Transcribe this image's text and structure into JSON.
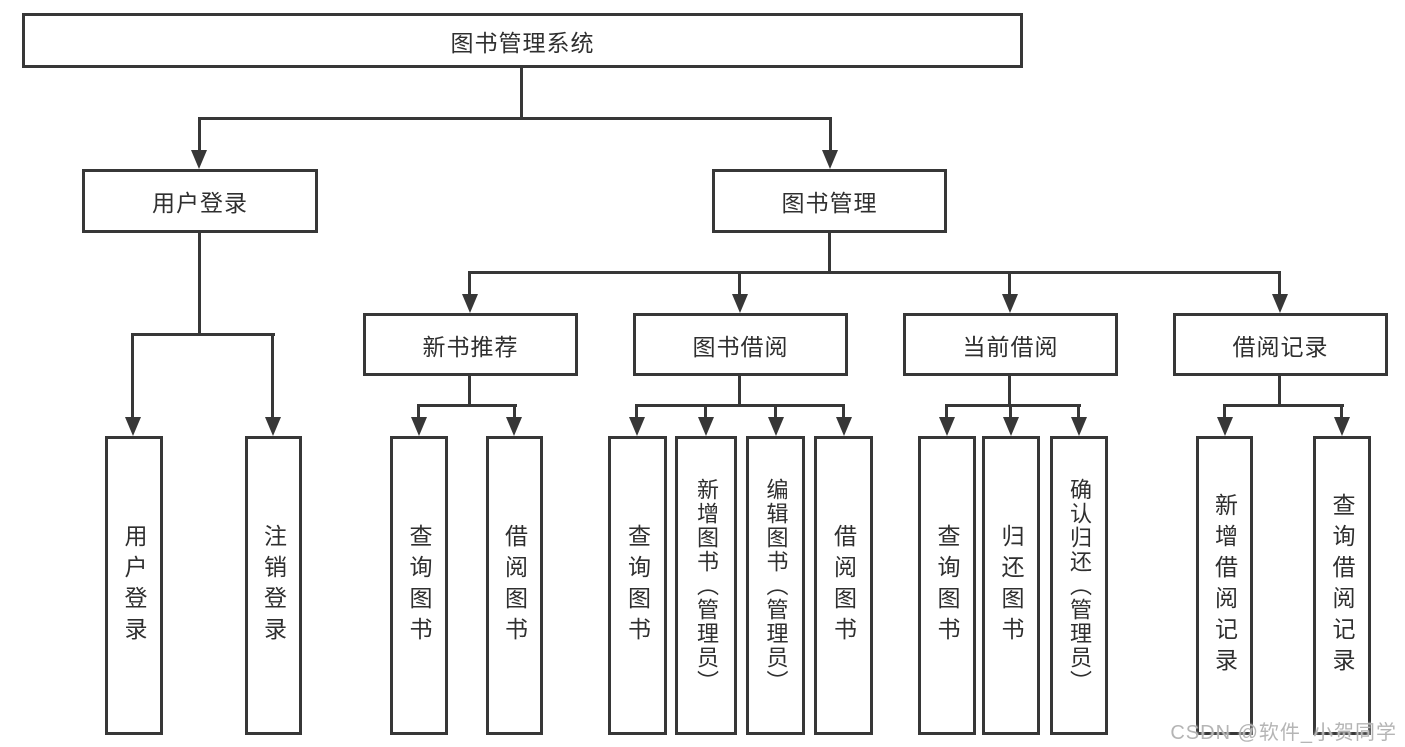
{
  "diagram": {
    "root": {
      "label": "图书管理系统"
    },
    "level2": [
      {
        "label": "用户登录"
      },
      {
        "label": "图书管理"
      }
    ],
    "level3": [
      {
        "label": "新书推荐"
      },
      {
        "label": "图书借阅"
      },
      {
        "label": "当前借阅"
      },
      {
        "label": "借阅记录"
      }
    ],
    "leaves": {
      "user_login": [
        {
          "label": "用户登录"
        },
        {
          "label": "注销登录"
        }
      ],
      "new_book_recommend": [
        {
          "label": "查询图书"
        },
        {
          "label": "借阅图书"
        }
      ],
      "book_borrow": [
        {
          "label": "查询图书"
        },
        {
          "label": "新增图书（管理员）"
        },
        {
          "label": "编辑图书（管理员）"
        },
        {
          "label": "借阅图书"
        }
      ],
      "current_borrow": [
        {
          "label": "查询图书"
        },
        {
          "label": "归还图书"
        },
        {
          "label": "确认归还（管理员）"
        }
      ],
      "borrow_records": [
        {
          "label": "新增借阅记录"
        },
        {
          "label": "查询借阅记录"
        }
      ]
    },
    "watermark": "CSDN @软件_小贺同学",
    "colors": {
      "line": "#373737",
      "box_border": "#373737",
      "text": "#2f2f2f",
      "watermark": "#b5b5b5",
      "background": "#ffffff"
    }
  }
}
